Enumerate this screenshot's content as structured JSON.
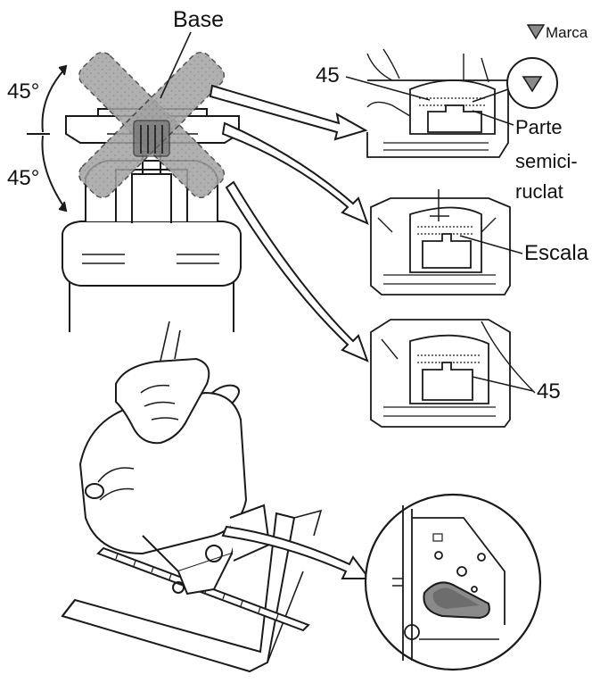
{
  "labels": {
    "base": "Base",
    "angle_top": "45°",
    "angle_bottom": "45°",
    "marca": "Marca",
    "num_45_top": "45",
    "parte_line1": "Parte",
    "parte_line2": "semici-",
    "parte_line3": "ruclat",
    "escala": "Escala",
    "num_45_bottom": "45"
  },
  "colors": {
    "line": "#1a1a1a",
    "hatch_fill": "#9a9a9a",
    "marker_fill": "#8a8a8a",
    "background": "#ffffff"
  }
}
